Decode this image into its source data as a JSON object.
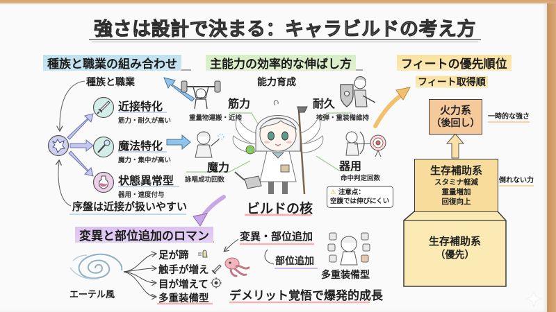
{
  "title": "強さは設計で決まる：キャラビルドの考え方",
  "sections": {
    "race_class": {
      "header": "種族と職業の組み合わせ",
      "subheader": "種族と職業",
      "hub_icon": "beast-emblem-icon",
      "branches": [
        {
          "label": "近接特化",
          "desc": "筋力・耐久が高い",
          "icon": "sword-icon"
        },
        {
          "label": "魔法特化",
          "desc": "魔力・集中が高い",
          "icon": "wand-icon"
        },
        {
          "label": "状態異常型",
          "desc": "器用・速度付与",
          "icon": "potion-icon"
        }
      ],
      "note": "序盤は近接が扱いやすい"
    },
    "abilities": {
      "header": "主能力の効率的な伸ばし方",
      "subheader": "能力育成",
      "stats": [
        {
          "label": "筋力",
          "desc": "重量物運搬・近接",
          "icon": "weightlifter-icon"
        },
        {
          "label": "耐久",
          "desc": "被弾・重装備維持",
          "icon": "shield-knight-icon"
        },
        {
          "label": "魔力",
          "desc": "詠唱成功回数",
          "icon": "mage-icon"
        },
        {
          "label": "器用",
          "desc": "命中判定回数",
          "icon": "archer-target-icon"
        }
      ],
      "warning": {
        "icon": "warning-icon",
        "title": "注意点：",
        "text": "空腹では伸びにくい"
      },
      "core": "ビルドの核"
    },
    "feats": {
      "header": "フィートの優先順位",
      "subheader": "フィート取得順",
      "tiers": [
        {
          "title": "火力系",
          "sub": "（後回し）",
          "side": "一時的な強さ"
        },
        {
          "title": "生存補助系",
          "items": [
            "スタミナ軽減",
            "重量増加",
            "回復向上"
          ],
          "side": "倒れない力"
        },
        {
          "title": "生存補助系",
          "sub": "（優先）"
        }
      ]
    },
    "mutation": {
      "header": "変異と部位追加のロマン",
      "source": "エーテル風",
      "effects": [
        "足が蹄",
        "触手が増え",
        "目が増えて",
        "多重装備型"
      ],
      "topic": "変異・部位追加",
      "sub": "部位追加",
      "figure_label": "多重装備型",
      "conclusion": "デメリット覚悟で爆発的成長"
    }
  },
  "colors": {
    "highlight_blue": "#c9e5f1",
    "highlight_green": "#dff1d0",
    "highlight_yellow": "#fbe9b6",
    "highlight_purple": "#e4d0f3",
    "tier_top": "#f6c99b",
    "tier_mid": "#f8dc9c",
    "tier_base": "#fbeab3",
    "underline_pink": "#f2b3b3",
    "arrow_blue": "#8fc3ea",
    "arrow_orange": "#f2c06e",
    "arrow_purple": "#c9a6e8"
  }
}
